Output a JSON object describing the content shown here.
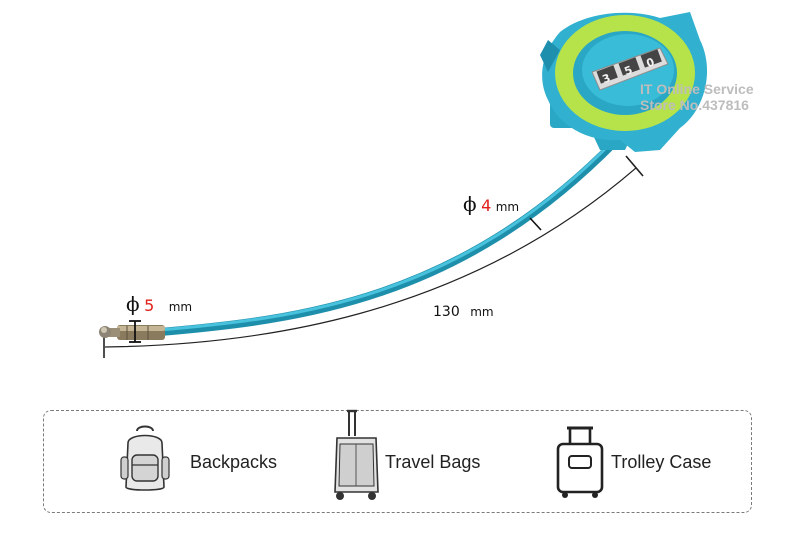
{
  "watermark": {
    "line1": "IT Online Service",
    "line2": "Store No.437816"
  },
  "lock_dials": [
    "0",
    "5",
    "3"
  ],
  "dimensions": {
    "cable_thickness": {
      "symbol": "ϕ",
      "value": "4",
      "unit": "mm"
    },
    "head_thickness": {
      "symbol": "ϕ",
      "value": "5",
      "unit": "mm"
    },
    "cable_length": {
      "value": "130",
      "unit": "mm"
    }
  },
  "uses": [
    {
      "label": "Backpacks",
      "icon": "backpack-icon"
    },
    {
      "label": "Travel Bags",
      "icon": "travel-bag-icon"
    },
    {
      "label": "Trolley Case",
      "icon": "trolley-case-icon"
    }
  ],
  "colors": {
    "cable": "#2aa7c4",
    "lock_body": "#31b1cf",
    "lock_ring": "#b7e34a",
    "accent_red": "#e0201a"
  }
}
